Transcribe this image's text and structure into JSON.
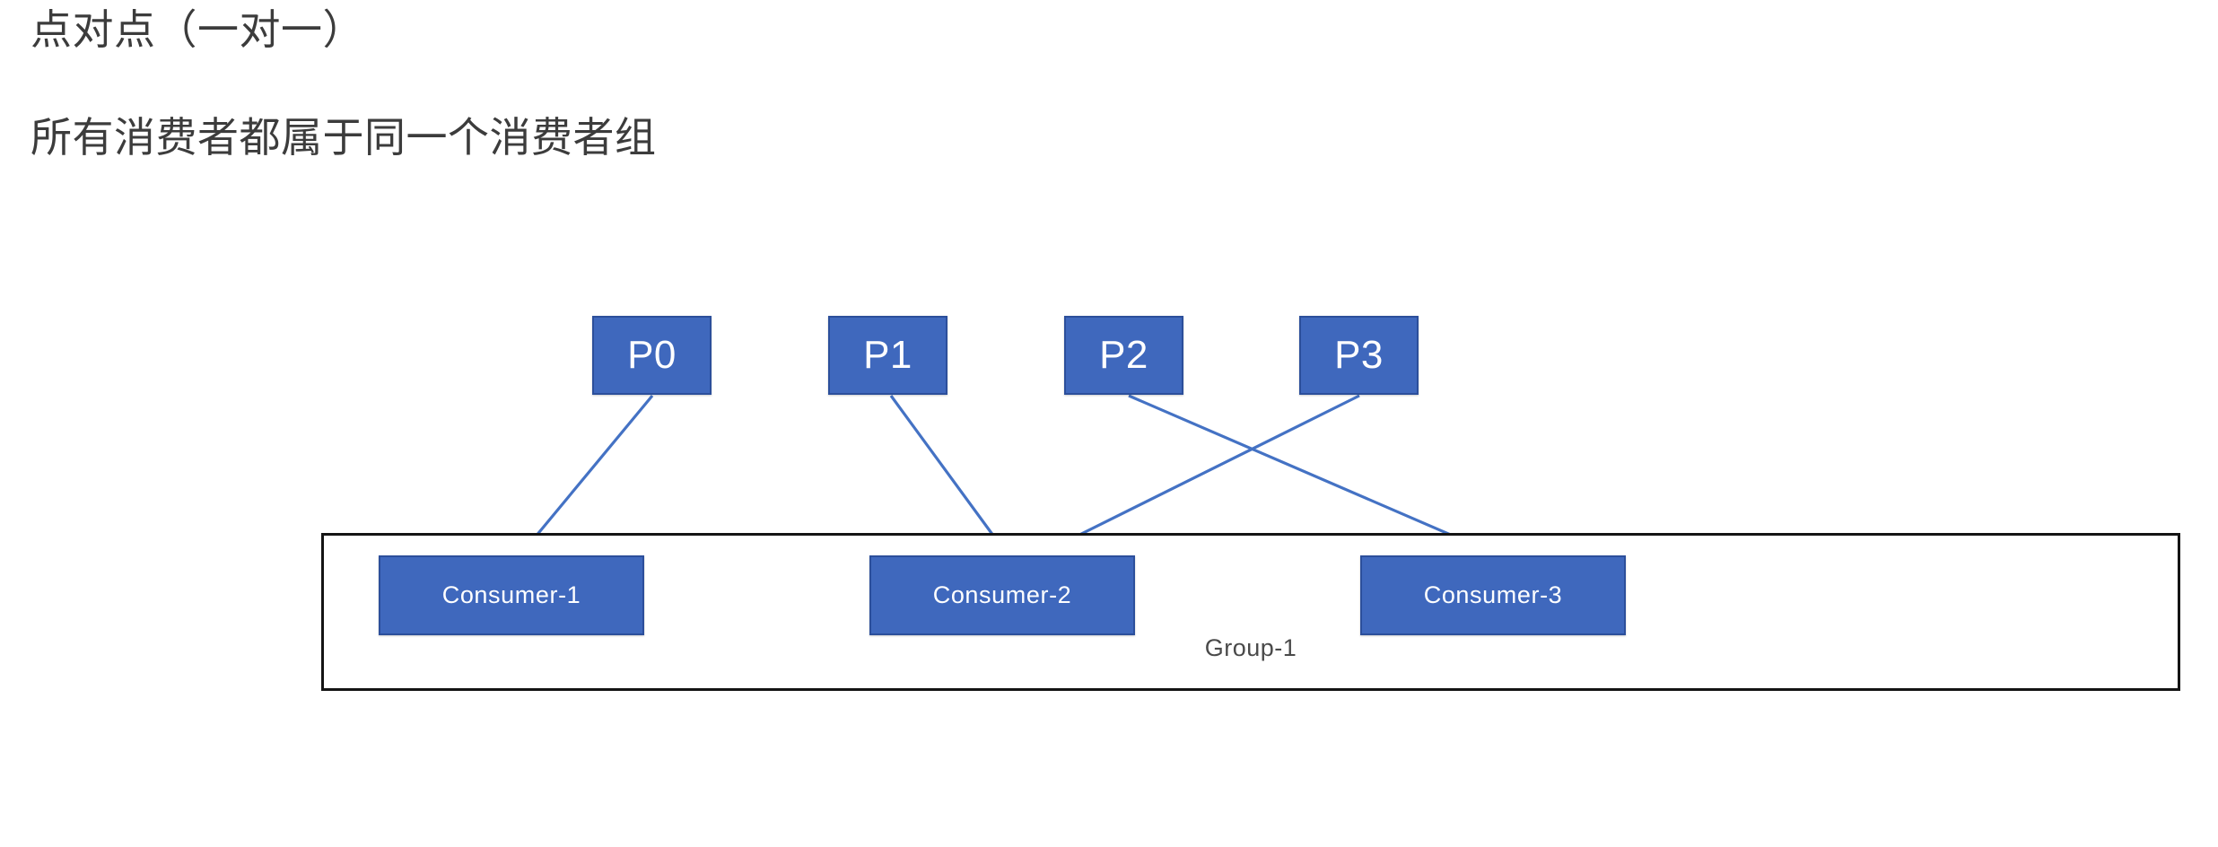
{
  "page": {
    "background_color": "#ffffff",
    "heading_color": "#3c3c3c"
  },
  "headings": {
    "title": "点对点（一对一）",
    "subtitle": "所有消费者都属于同一个消费者组"
  },
  "diagram": {
    "node_fill_color": "#3f68bd",
    "node_border_color": "#2c4f9b",
    "node_text_color": "#ffffff",
    "connector_color": "#4472c4",
    "group_border_color": "#141414",
    "partitions": [
      {
        "id": "p0",
        "label": "P0"
      },
      {
        "id": "p1",
        "label": "P1"
      },
      {
        "id": "p2",
        "label": "P2"
      },
      {
        "id": "p3",
        "label": "P3"
      }
    ],
    "group": {
      "label": "Group-1",
      "consumers": [
        {
          "id": "consumer-1",
          "label": "Consumer-1"
        },
        {
          "id": "consumer-2",
          "label": "Consumer-2"
        },
        {
          "id": "consumer-3",
          "label": "Consumer-3"
        }
      ]
    },
    "connections": [
      {
        "from": "P0",
        "to": "Consumer-1"
      },
      {
        "from": "P1",
        "to": "Consumer-2"
      },
      {
        "from": "P2",
        "to": "Consumer-3"
      },
      {
        "from": "P3",
        "to": "Consumer-2"
      }
    ]
  }
}
